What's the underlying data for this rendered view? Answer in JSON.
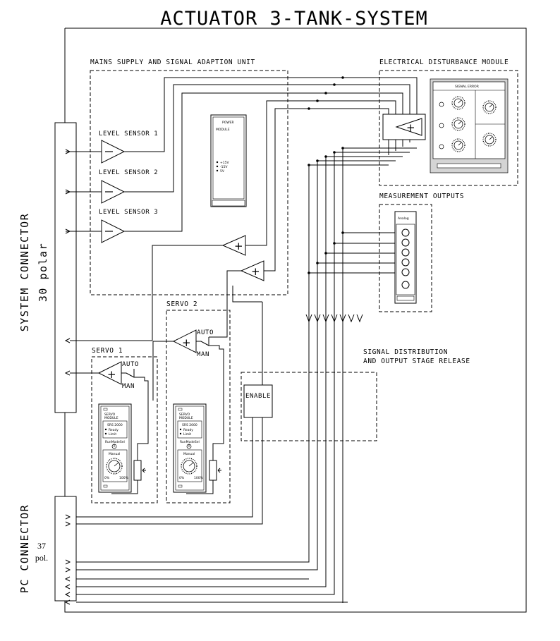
{
  "title": "ACTUATOR   3-TANK-SYSTEM",
  "sections": {
    "mains": "MAINS SUPPLY AND SIGNAL ADAPTION UNIT",
    "disturbance": "ELECTRICAL DISTURBANCE MODULE",
    "measurement": "MEASUREMENT OUTPUTS",
    "servo1": "SERVO 1",
    "servo2": "SERVO 2",
    "distribution_line1": "SIGNAL DISTRIBUTION",
    "distribution_line2": "AND OUTPUT STAGE RELEASE"
  },
  "sensors": [
    "LEVEL SENSOR 1",
    "LEVEL SENSOR 2",
    "LEVEL SENSOR 3"
  ],
  "switch": {
    "auto": "AUTO",
    "man": "MAN"
  },
  "enable_label": "ENABLE",
  "connectors": {
    "system_line1": "SYSTEM CONNECTOR",
    "system_line2": "30 polar",
    "pc_line1": "PC CONNECTOR",
    "pc_count": "37",
    "pc_unit": "pol."
  }
}
